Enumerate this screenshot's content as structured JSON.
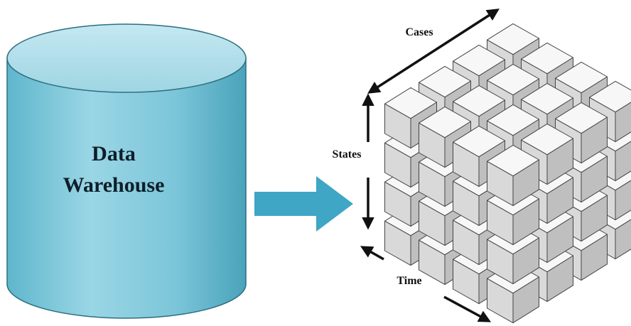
{
  "warehouse": {
    "label_line1": "Data",
    "label_line2": "Warehouse"
  },
  "cube": {
    "label_cases": "Cases",
    "label_states": "States",
    "label_time": "Time",
    "dimensions": {
      "cases": 4,
      "states": 4,
      "time": 4
    }
  },
  "colors": {
    "cylinder_body": "#8fd0e0",
    "cylinder_top": "#b5e1ec",
    "arrow": "#3fa6c5",
    "cube_face_top": "#f7f7f7",
    "cube_face_front": "#d9d9d9",
    "cube_face_side": "#bfbfbf"
  }
}
